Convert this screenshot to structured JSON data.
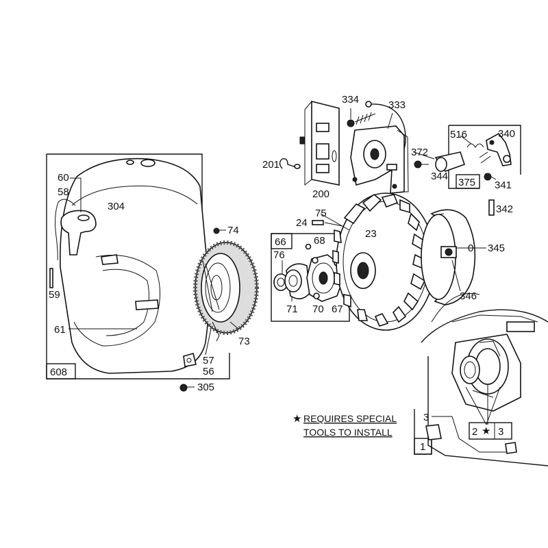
{
  "callouts": {
    "c334": "334",
    "c333": "333",
    "c516": "516",
    "c340": "340",
    "c372": "372",
    "c201": "201",
    "c344": "344",
    "c375": "375",
    "c341": "341",
    "c200": "200",
    "c342": "342",
    "c60": "60",
    "c58": "58",
    "c304": "304",
    "c75": "75",
    "c24": "24",
    "c74": "74",
    "c23": "23",
    "c66": "66",
    "c68": "68",
    "c345": "345",
    "c0": "0",
    "c76": "76",
    "c59": "59",
    "c71": "71",
    "c70": "70",
    "c67": "67",
    "c346": "346",
    "c61": "61",
    "c73": "73",
    "c57": "57",
    "c56": "56",
    "c608": "608",
    "c305": "305",
    "c3a": "3",
    "c2": "2",
    "c3b": "3",
    "c1": "1"
  },
  "note": {
    "star": "★",
    "line1": "REQUIRES SPECIAL",
    "line2": "TOOLS TO INSTALL"
  }
}
